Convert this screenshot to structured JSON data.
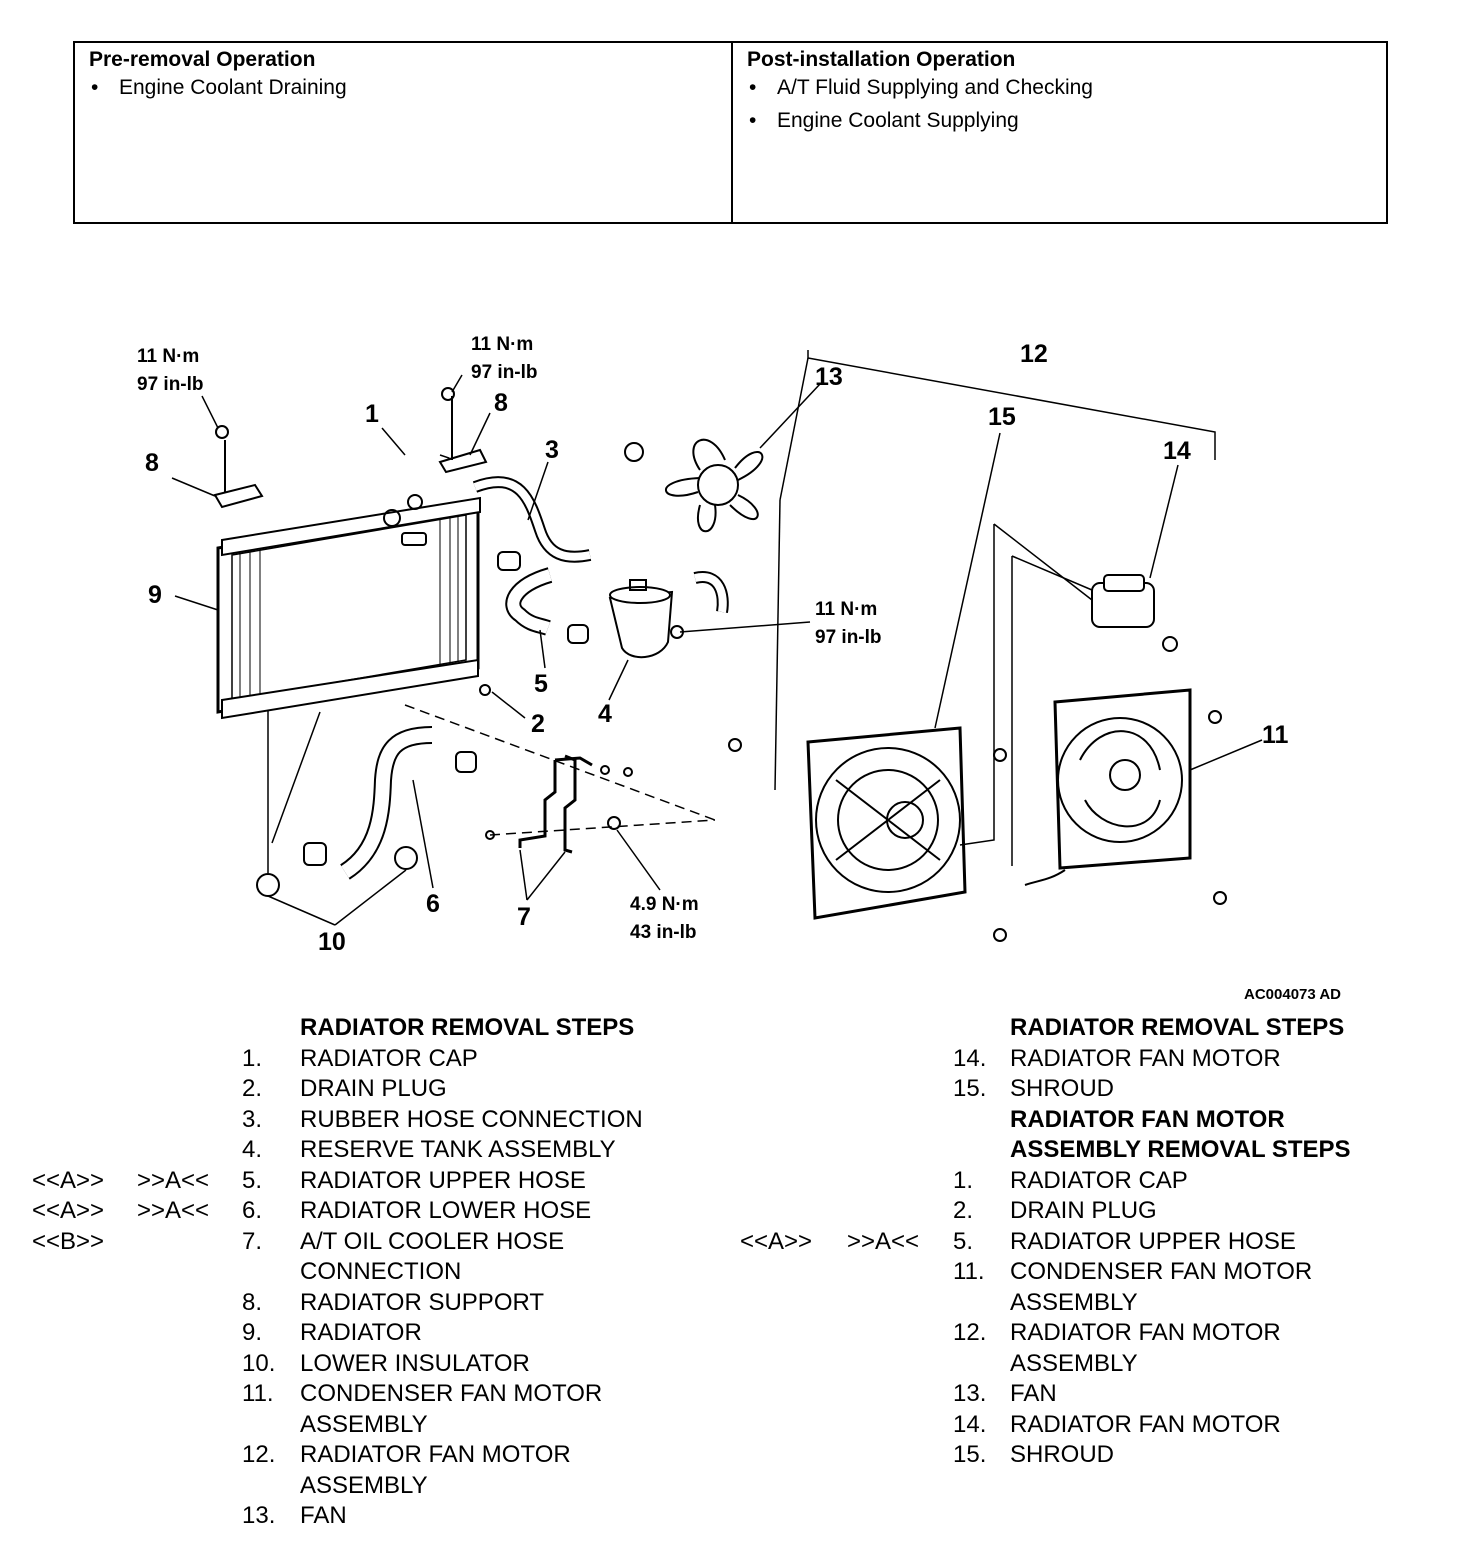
{
  "pre_removal": {
    "title": "Pre-removal Operation",
    "items": [
      "Engine Coolant Draining"
    ]
  },
  "post_installation": {
    "title": "Post-installation Operation",
    "items": [
      "A/T Fluid Supplying and Checking",
      "Engine Coolant Supplying"
    ]
  },
  "diagram": {
    "callouts": {
      "c1": "1",
      "c2": "2",
      "c3": "3",
      "c4": "4",
      "c5": "5",
      "c6": "6",
      "c7": "7",
      "c8a": "8",
      "c8b": "8",
      "c9": "9",
      "c10": "10",
      "c11": "11",
      "c12": "12",
      "c13": "13",
      "c14": "14",
      "c15": "15"
    },
    "torques": {
      "t1": [
        "11 N·m",
        "97 in-lb"
      ],
      "t2": [
        "11 N·m",
        "97 in-lb"
      ],
      "t3": [
        "11 N·m",
        "97 in-lb"
      ],
      "t4": [
        "4.9 N·m",
        "43 in-lb"
      ]
    },
    "figure_id": "AC004073 AD"
  },
  "left_steps": {
    "heading": "RADIATOR REMOVAL STEPS",
    "items": [
      {
        "mk1": "",
        "mk2": "",
        "num": "1.",
        "text": "RADIATOR CAP"
      },
      {
        "mk1": "",
        "mk2": "",
        "num": "2.",
        "text": "DRAIN PLUG"
      },
      {
        "mk1": "",
        "mk2": "",
        "num": "3.",
        "text": "RUBBER HOSE CONNECTION"
      },
      {
        "mk1": "",
        "mk2": "",
        "num": "4.",
        "text": "RESERVE TANK ASSEMBLY"
      },
      {
        "mk1": "<<A>>",
        "mk2": ">>A<<",
        "num": "5.",
        "text": "RADIATOR UPPER HOSE"
      },
      {
        "mk1": "<<A>>",
        "mk2": ">>A<<",
        "num": "6.",
        "text": "RADIATOR LOWER HOSE"
      },
      {
        "mk1": "<<B>>",
        "mk2": "",
        "num": "7.",
        "text": "A/T OIL COOLER HOSE"
      },
      {
        "mk1": "",
        "mk2": "",
        "num": "",
        "text": "CONNECTION"
      },
      {
        "mk1": "",
        "mk2": "",
        "num": "8.",
        "text": "RADIATOR SUPPORT"
      },
      {
        "mk1": "",
        "mk2": "",
        "num": "9.",
        "text": "RADIATOR"
      },
      {
        "mk1": "",
        "mk2": "",
        "num": "10.",
        "text": "LOWER INSULATOR"
      },
      {
        "mk1": "",
        "mk2": "",
        "num": "11.",
        "text": "CONDENSER FAN MOTOR"
      },
      {
        "mk1": "",
        "mk2": "",
        "num": "",
        "text": "ASSEMBLY"
      },
      {
        "mk1": "",
        "mk2": "",
        "num": "12.",
        "text": "RADIATOR FAN MOTOR"
      },
      {
        "mk1": "",
        "mk2": "",
        "num": "",
        "text": "ASSEMBLY"
      },
      {
        "mk1": "",
        "mk2": "",
        "num": "13.",
        "text": "FAN"
      }
    ]
  },
  "right_steps": {
    "heading": "RADIATOR REMOVAL STEPS",
    "items": [
      {
        "mk1": "",
        "mk2": "",
        "num": "14.",
        "text": "RADIATOR FAN MOTOR",
        "bold": false
      },
      {
        "mk1": "",
        "mk2": "",
        "num": "15.",
        "text": "SHROUD",
        "bold": false
      },
      {
        "mk1": "",
        "mk2": "",
        "num": "",
        "text": "RADIATOR FAN MOTOR",
        "bold": true
      },
      {
        "mk1": "",
        "mk2": "",
        "num": "",
        "text": "ASSEMBLY REMOVAL STEPS",
        "bold": true
      },
      {
        "mk1": "",
        "mk2": "",
        "num": "1.",
        "text": "RADIATOR CAP",
        "bold": false
      },
      {
        "mk1": "",
        "mk2": "",
        "num": "2.",
        "text": "DRAIN PLUG",
        "bold": false
      },
      {
        "mk1": "<<A>>",
        "mk2": ">>A<<",
        "num": "5.",
        "text": "RADIATOR UPPER HOSE",
        "bold": false
      },
      {
        "mk1": "",
        "mk2": "",
        "num": "11.",
        "text": "CONDENSER FAN MOTOR",
        "bold": false
      },
      {
        "mk1": "",
        "mk2": "",
        "num": "",
        "text": "ASSEMBLY",
        "bold": false
      },
      {
        "mk1": "",
        "mk2": "",
        "num": "12.",
        "text": "RADIATOR FAN MOTOR",
        "bold": false
      },
      {
        "mk1": "",
        "mk2": "",
        "num": "",
        "text": "ASSEMBLY",
        "bold": false
      },
      {
        "mk1": "",
        "mk2": "",
        "num": "13.",
        "text": "FAN",
        "bold": false
      },
      {
        "mk1": "",
        "mk2": "",
        "num": "14.",
        "text": "RADIATOR FAN MOTOR",
        "bold": false
      },
      {
        "mk1": "",
        "mk2": "",
        "num": "15.",
        "text": "SHROUD",
        "bold": false
      }
    ]
  }
}
